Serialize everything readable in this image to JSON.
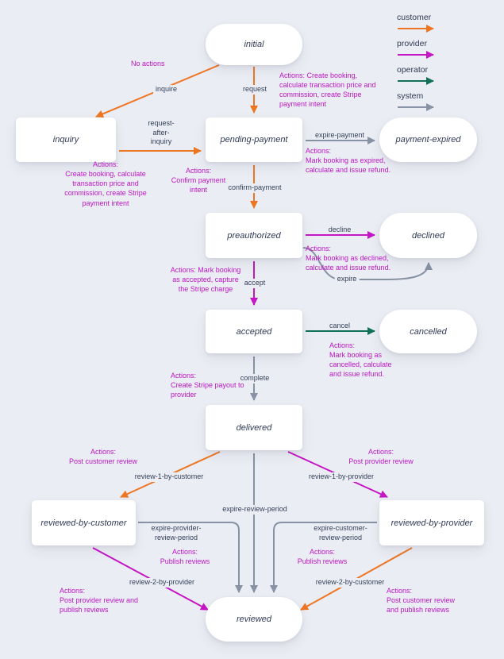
{
  "colors": {
    "customer": "#ee7623",
    "provider": "#c516c5",
    "operator": "#127057",
    "system": "#8792a4",
    "action_text": "#ba16c4",
    "state_text": "#2f3a54",
    "background": "#ebedf4",
    "state_background": "#ffffff"
  },
  "legend": {
    "items": [
      {
        "label": "customer",
        "color": "#ee7623"
      },
      {
        "label": "provider",
        "color": "#c516c5"
      },
      {
        "label": "operator",
        "color": "#127057"
      },
      {
        "label": "system",
        "color": "#8792a4"
      }
    ]
  },
  "states": {
    "initial": "initial",
    "inquiry": "inquiry",
    "pending_payment": "pending-payment",
    "payment_expired": "payment-expired",
    "preauthorized": "preauthorized",
    "declined": "declined",
    "accepted": "accepted",
    "cancelled": "cancelled",
    "delivered": "delivered",
    "reviewed_by_customer": "reviewed-by-customer",
    "reviewed_by_provider": "reviewed-by-provider",
    "reviewed": "reviewed"
  },
  "transitions": {
    "inquire": "inquire",
    "request": "request",
    "request_after_inquiry": "request-\nafter-\ninquiry",
    "expire_payment": "expire-payment",
    "confirm_payment": "confirm-payment",
    "decline": "decline",
    "expire": "expire",
    "accept": "accept",
    "cancel": "cancel",
    "complete": "complete",
    "review_1_by_customer": "review-1-by-customer",
    "review_1_by_provider": "review-1-by-provider",
    "expire_review_period": "expire-review-period",
    "expire_provider_review_period": "expire-provider-\nreview-period",
    "expire_customer_review_period": "expire-customer-\nreview-period",
    "review_2_by_provider": "review-2-by-provider",
    "review_2_by_customer": "review-2-by-customer"
  },
  "actions": {
    "no_actions": "No actions",
    "request_actions": "Actions: Create booking,\ncalculate transaction price and\ncommission, create Stripe\npayment intent",
    "inquiry_actions": "Actions:\nCreate booking, calculate\ntransaction price and\ncommission, create Stripe\npayment intent",
    "expire_payment_actions": "Actions:\nMark booking as expired,\ncalculate and issue refund.",
    "confirm_payment_actions": "Actions:\nConfirm payment\nintent",
    "decline_actions": "Actions:\nMark booking as declined,\ncalculate and issue refund.",
    "accept_actions": "Actions: Mark booking\nas accepted, capture\nthe Stripe charge",
    "cancel_actions": "Actions:\nMark booking as\ncancelled, calculate\nand issue refund.",
    "complete_actions": "Actions:\nCreate Stripe payout to\nprovider",
    "review1_customer_actions": "Actions:\nPost customer review",
    "review1_provider_actions": "Actions:\nPost provider review",
    "publish_left_actions": "Actions:\nPublish reviews",
    "publish_right_actions": "Actions:\nPublish reviews",
    "review2_provider_actions": "Actions:\nPost provider review and\npublish reviews",
    "review2_customer_actions": "Actions:\nPost customer review\nand publish reviews"
  }
}
